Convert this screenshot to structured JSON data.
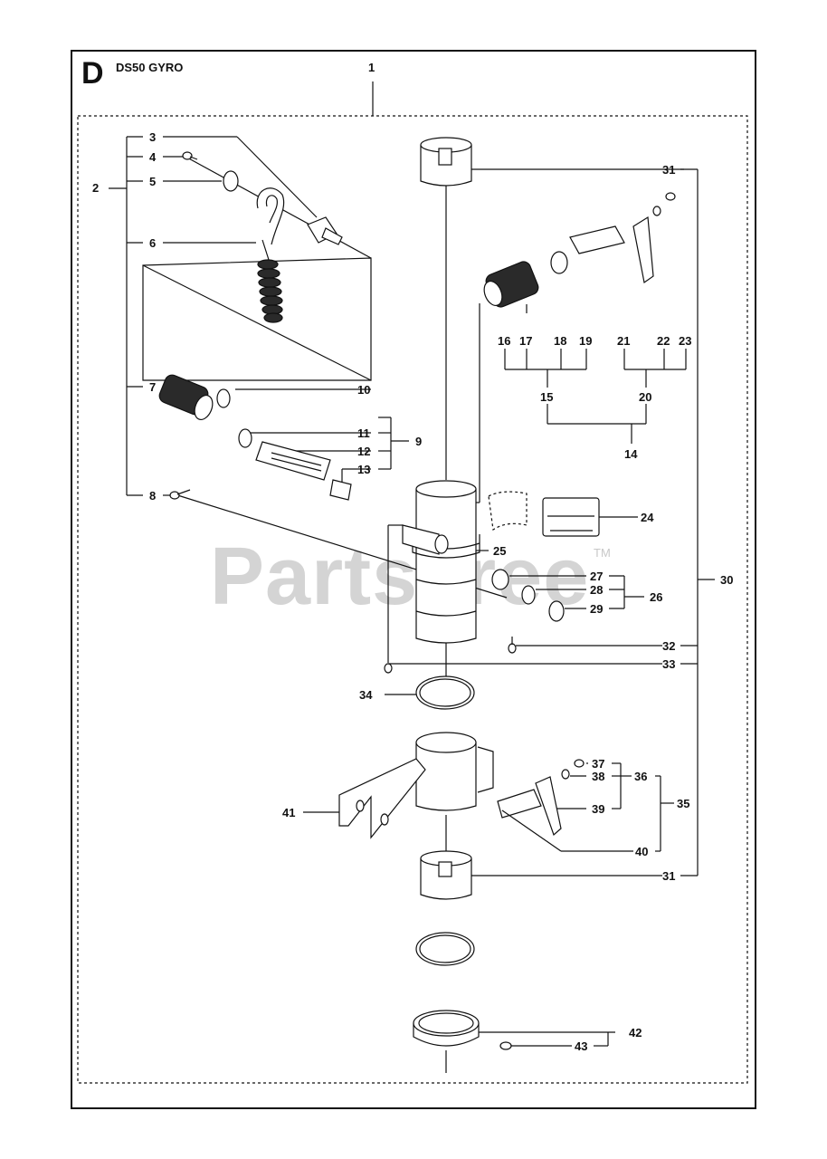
{
  "section": {
    "letter": "D",
    "title": "DS50 GYRO"
  },
  "watermark": {
    "text": "PartsTree",
    "tm": "TM"
  },
  "callouts": [
    "1",
    "2",
    "3",
    "4",
    "5",
    "6",
    "7",
    "8",
    "9",
    "10",
    "11",
    "12",
    "13",
    "14",
    "15",
    "16",
    "17",
    "18",
    "19",
    "20",
    "21",
    "22",
    "23",
    "24",
    "25",
    "26",
    "27",
    "28",
    "29",
    "30",
    "31",
    "31",
    "32",
    "33",
    "34",
    "35",
    "36",
    "37",
    "38",
    "39",
    "40",
    "41",
    "42",
    "43"
  ],
  "colors": {
    "ink": "#111111",
    "watermark": "#d4d4d4",
    "part_dark": "#2a2a2a"
  }
}
